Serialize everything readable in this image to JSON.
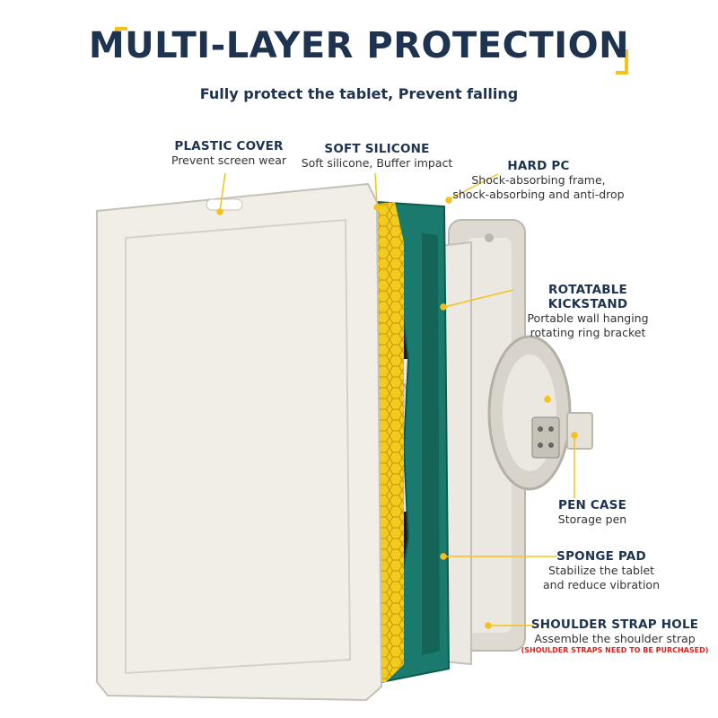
{
  "header": {
    "title": "MULTI-LAYER PROTECTION",
    "subtitle": "Fully protect the tablet, Prevent falling"
  },
  "colors": {
    "title": "#1e3350",
    "accent": "#f5c21b",
    "warning": "#e0201a",
    "frame_red": "#e8401f",
    "frame_orange": "#f08a1c",
    "frame_yellow": "#f2cc1d",
    "frame_teal": "#1a7a6e",
    "shell": "#e6e2da"
  },
  "callouts": {
    "plastic_cover": {
      "title": "PLASTIC COVER",
      "desc": "Prevent screen wear"
    },
    "soft_silicone": {
      "title": "SOFT SILICONE",
      "desc": "Soft silicone, Buffer impact"
    },
    "hard_pc": {
      "title": "HARD PC",
      "desc1": "Shock-absorbing frame,",
      "desc2": "shock-absorbing and anti-drop"
    },
    "kickstand": {
      "title": "ROTATABLE KICKSTAND",
      "desc1": "Portable wall hanging",
      "desc2": "rotating ring bracket"
    },
    "pen_case": {
      "title": "PEN CASE",
      "desc": "Storage pen"
    },
    "sponge_pad": {
      "title": "SPONGE PAD",
      "desc1": "Stabilize the tablet",
      "desc2": "and reduce vibration"
    },
    "strap_hole": {
      "title": "SHOULDER STRAP HOLE",
      "desc": "Assemble the shoulder strap",
      "note": "(SHOULDER STRAPS NEED TO BE PURCHASED)"
    }
  }
}
